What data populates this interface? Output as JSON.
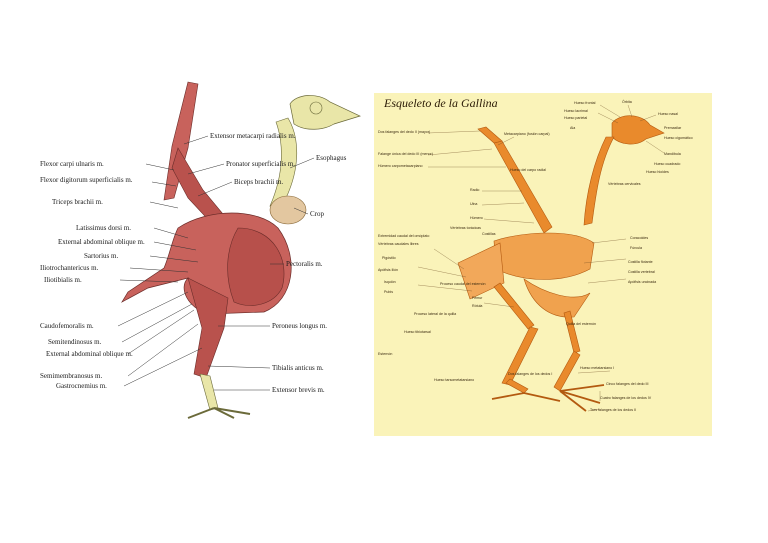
{
  "muscles": {
    "labels": [
      "Extensor metacarpi radialis m.",
      "Flexor carpi ulnaris m.",
      "Pronator superficialis m.",
      "Flexor digitorum superficialis m.",
      "Biceps brachii m.",
      "Triceps brachii m.",
      "Esophagus",
      "Crop",
      "Latissimus dorsi m.",
      "External abdominal oblique m.",
      "Sartorius m.",
      "Iliotrochantericus m.",
      "Pectoralis m.",
      "Iliotibialis m.",
      "Caudofemoralis m.",
      "Peroneus longus m.",
      "Semitendinosus m.",
      "External abdominal oblique m.",
      "Semimembranosus m.",
      "Tibialis anticus m.",
      "Gastrocnemius m.",
      "Extensor brevis m."
    ]
  },
  "skeleton": {
    "title": "Esqueleto de la Gallina",
    "labels": [
      "Hueso frontal",
      "Órbita",
      "Hueso lacrimal",
      "Hueso parietal",
      "Hueso nasal",
      "Dos falanges del dedo II (mayor)",
      "Metacarpiano (fusión carpal)",
      "Ala",
      "Falange única del dedo III (menor)",
      "Húmero carpometacarpiano",
      "Hueso del carpo radial",
      "Premaxilar",
      "Hueso cigomático",
      "Mandíbula",
      "Hueso cuadrado",
      "Hueso hioides",
      "Radio",
      "Ulna",
      "Húmero",
      "Vértebras torácicas",
      "Extremidad caudal del omóplato",
      "Vértebras caudales libres",
      "Costillas",
      "Pigóstilo",
      "Apófisis ilión",
      "Isquión",
      "Pubis",
      "Proceso caudal del esternón",
      "Coracoides",
      "Fúrcula",
      "Costilla flotante",
      "Costilla vertebral",
      "Apófisis uncinada",
      "Fémur",
      "Rótula",
      "Proceso lateral de la quilla",
      "Quilla del esternón",
      "Hueso tibiotarsal",
      "Hueso tarsometatarsiano",
      "Dos falanges de los dedos I",
      "Hueso metatarsiano I",
      "Cinco falanges del dedo III",
      "Cuatro falanges de los dedos IV",
      "Tres falanges de los dedos II",
      "Vértebras cervicales",
      "Esternón"
    ]
  },
  "colors": {
    "muscle": "#c8625c",
    "muscle_dark": "#8e3b38",
    "bone_left": "#e9e6a8",
    "bone_right": "#e98a2c",
    "skel_bg": "#faf3b9"
  }
}
